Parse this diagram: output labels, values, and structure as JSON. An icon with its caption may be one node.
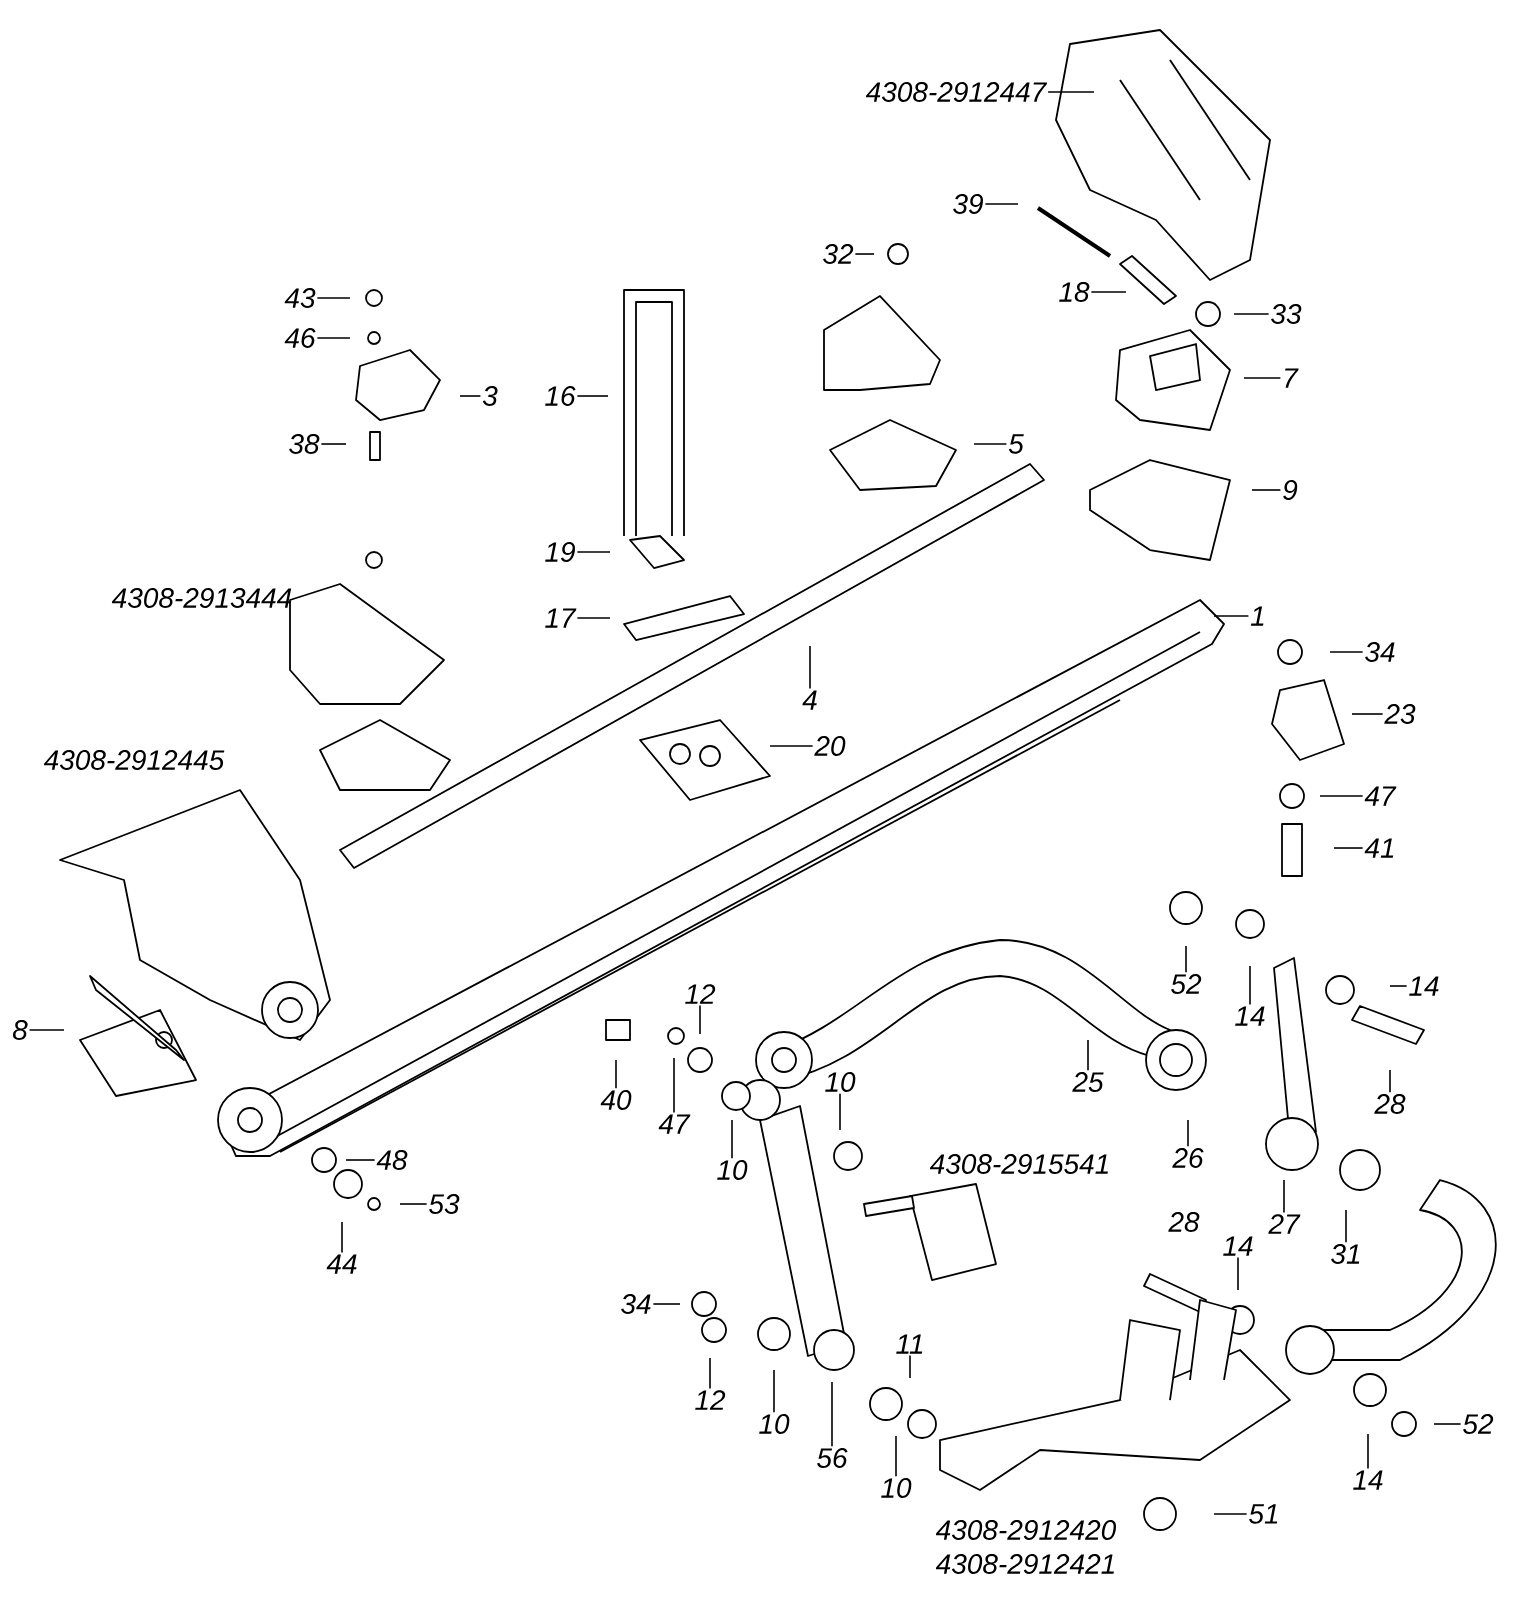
{
  "diagram": {
    "nodes": [
      {
        "text": [
          "4308-2912447"
        ]
      },
      {
        "text": [
          "39"
        ]
      },
      {
        "text": [
          "32"
        ]
      },
      {
        "text": [
          "18"
        ]
      },
      {
        "text": [
          "33"
        ]
      },
      {
        "text": [
          "43"
        ]
      },
      {
        "text": [
          "46"
        ]
      },
      {
        "text": [
          "3"
        ]
      },
      {
        "text": [
          "38"
        ]
      },
      {
        "text": [
          "16"
        ]
      },
      {
        "text": [
          "7"
        ]
      },
      {
        "text": [
          "5"
        ]
      },
      {
        "text": [
          "9"
        ]
      },
      {
        "text": [
          "19"
        ]
      },
      {
        "text": [
          "17"
        ]
      },
      {
        "text": [
          "1"
        ]
      },
      {
        "text": [
          "4"
        ]
      },
      {
        "text": [
          "34"
        ]
      },
      {
        "text": [
          "23"
        ]
      },
      {
        "text": [
          "20"
        ]
      },
      {
        "text": [
          "47"
        ]
      },
      {
        "text": [
          "41"
        ]
      },
      {
        "text": [
          "8"
        ]
      },
      {
        "text": [
          "52"
        ]
      },
      {
        "text": [
          "14"
        ]
      },
      {
        "text": [
          "14"
        ]
      },
      {
        "text": [
          "12"
        ]
      },
      {
        "text": [
          "40"
        ]
      },
      {
        "text": [
          "47"
        ]
      },
      {
        "text": [
          "25"
        ]
      },
      {
        "text": [
          "10"
        ]
      },
      {
        "text": [
          "10"
        ]
      },
      {
        "text": [
          "26"
        ]
      },
      {
        "text": [
          "28"
        ]
      },
      {
        "text": [
          "27"
        ]
      },
      {
        "text": [
          "31"
        ]
      },
      {
        "text": [
          "14"
        ]
      },
      {
        "text": [
          "34"
        ]
      },
      {
        "text": [
          "12"
        ]
      },
      {
        "text": [
          "10"
        ]
      },
      {
        "text": [
          "11"
        ]
      },
      {
        "text": [
          "56"
        ]
      },
      {
        "text": [
          "10"
        ]
      },
      {
        "text": [
          "14"
        ]
      },
      {
        "text": [
          "52"
        ]
      },
      {
        "text": [
          "51"
        ]
      },
      {
        "text": [
          "48"
        ]
      },
      {
        "text": [
          "53"
        ]
      },
      {
        "text": [
          "44"
        ]
      }
    ],
    "edges": [
      {
        "from": 0,
        "to": null,
        "arrow": "none"
      },
      {
        "from": 1,
        "to": null,
        "arrow": "none"
      },
      {
        "from": 2,
        "to": null,
        "arrow": "none"
      },
      {
        "from": 3,
        "to": null,
        "arrow": "none"
      },
      {
        "from": 4,
        "to": null,
        "arrow": "none"
      },
      {
        "from": 5,
        "to": null,
        "arrow": "none"
      },
      {
        "from": 6,
        "to": null,
        "arrow": "none"
      },
      {
        "from": 7,
        "to": null,
        "arrow": "none"
      },
      {
        "from": 8,
        "to": null,
        "arrow": "none"
      },
      {
        "from": 9,
        "to": null,
        "arrow": "none"
      },
      {
        "from": 10,
        "to": null,
        "arrow": "none"
      },
      {
        "from": 11,
        "to": null,
        "arrow": "none"
      },
      {
        "from": 12,
        "to": null,
        "arrow": "none"
      },
      {
        "from": 13,
        "to": null,
        "arrow": "none"
      },
      {
        "from": 14,
        "to": null,
        "arrow": "none"
      },
      {
        "from": 15,
        "to": null,
        "arrow": "none"
      },
      {
        "from": 16,
        "to": null,
        "arrow": "none"
      },
      {
        "from": 17,
        "to": null,
        "arrow": "none"
      },
      {
        "from": 18,
        "to": null,
        "arrow": "none"
      },
      {
        "from": 19,
        "to": null,
        "arrow": "none"
      },
      {
        "from": 20,
        "to": null,
        "arrow": "none"
      },
      {
        "from": 21,
        "to": null,
        "arrow": "none"
      },
      {
        "from": 22,
        "to": null,
        "arrow": "none"
      },
      {
        "from": 23,
        "to": null,
        "arrow": "none"
      },
      {
        "from": 24,
        "to": null,
        "arrow": "none"
      },
      {
        "from": 25,
        "to": null,
        "arrow": "none"
      },
      {
        "from": 26,
        "to": null,
        "arrow": "none"
      },
      {
        "from": 27,
        "to": null,
        "arrow": "none"
      },
      {
        "from": 28,
        "to": null,
        "arrow": "none"
      },
      {
        "from": 29,
        "to": null,
        "arrow": "none"
      },
      {
        "from": 30,
        "to": null,
        "arrow": "none"
      },
      {
        "from": 31,
        "to": null,
        "arrow": "none"
      },
      {
        "from": 32,
        "to": null,
        "arrow": "none"
      },
      {
        "from": 33,
        "to": null,
        "arrow": "none"
      },
      {
        "from": 34,
        "to": null,
        "arrow": "none"
      },
      {
        "from": 35,
        "to": null,
        "arrow": "none"
      },
      {
        "from": 36,
        "to": null,
        "arrow": "none"
      },
      {
        "from": 37,
        "to": null,
        "arrow": "none"
      },
      {
        "from": 38,
        "to": null,
        "arrow": "none"
      },
      {
        "from": 39,
        "to": null,
        "arrow": "none"
      },
      {
        "from": 40,
        "to": null,
        "arrow": "none"
      },
      {
        "from": 41,
        "to": null,
        "arrow": "none"
      },
      {
        "from": 42,
        "to": null,
        "arrow": "none"
      },
      {
        "from": 43,
        "to": null,
        "arrow": "none"
      },
      {
        "from": 44,
        "to": null,
        "arrow": "none"
      },
      {
        "from": 45,
        "to": null,
        "arrow": "none"
      },
      {
        "from": 46,
        "to": null,
        "arrow": "none"
      },
      {
        "from": 47,
        "to": null,
        "arrow": "none"
      },
      {
        "from": 48,
        "to": null,
        "arrow": "none"
      }
    ],
    "labels": [
      "4308-2913444",
      "4308-2912445",
      "4308-2915541",
      "28",
      "4308-2912420",
      "4308-2912421"
    ]
  }
}
